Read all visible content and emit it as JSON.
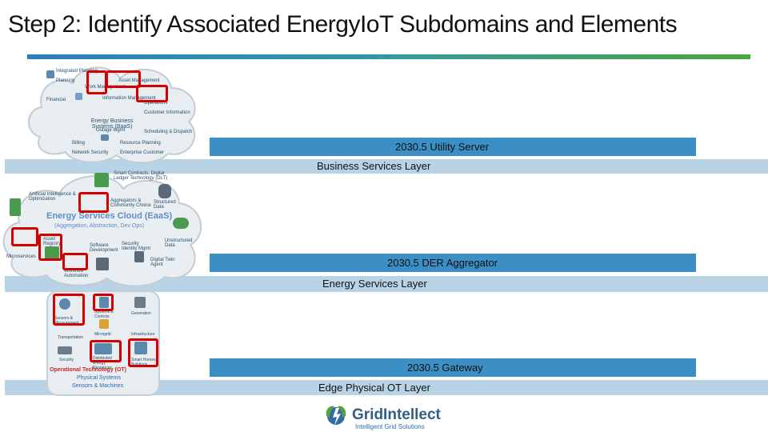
{
  "title": "Step 2: Identify Associated EnergyIoT Subdomains and Elements",
  "layers": [
    {
      "server": "2030.5 Utility Server",
      "layer": "Business Services Layer"
    },
    {
      "server": "2030.5 DER Aggregator",
      "layer": "Energy Services Layer"
    },
    {
      "server": "2030.5 Gateway",
      "layer": "Edge Physical OT Layer"
    }
  ],
  "diagram": {
    "baas": {
      "title": "Energy Business Systems (BaaS)",
      "items": [
        "Integrated Planning",
        "Planning",
        "Work Management",
        "Asset Management",
        "Operations",
        "Information Management",
        "Customer Information",
        "Scheduling & Dispatch",
        "Financial",
        "Billing",
        "Outage Mgmt",
        "Resource Planning",
        "Network Security",
        "Enterprise Customer"
      ]
    },
    "eaas": {
      "title": "Energy Services Cloud (EaaS)",
      "subtitle": "(Aggregation, Abstraction, Dev Ops)",
      "items": [
        "Smart Contracts, Digital Ledger Technology (DLT)",
        "Artificial Intelligence & Optimization",
        "Aggregators & Community Choice",
        "Structured Data",
        "Unstructured Data",
        "Asset Registry",
        "Software Development",
        "Security Identity Mgmt",
        "Digital Twin Agent",
        "Microservices",
        "Workflow Automation"
      ]
    },
    "ot": {
      "title": "Operational Technology (OT)",
      "subtitle1": "Physical Systems",
      "subtitle2": "Sensors & Machines",
      "items": [
        "Sensors & Measurement",
        "Systems & Controls",
        "Generation",
        "Transportation",
        "Microgrid",
        "Infrastructure",
        "Security",
        "Distributed Energy Resources",
        "Smart Homes, Buildings"
      ]
    }
  },
  "logo": {
    "name": "GridIntellect",
    "tagline": "Intelligent Grid Solutions"
  },
  "colors": {
    "bar_dark": "#3b8fc4",
    "bar_light": "#b9d3e6",
    "highlight": "#d40000"
  }
}
